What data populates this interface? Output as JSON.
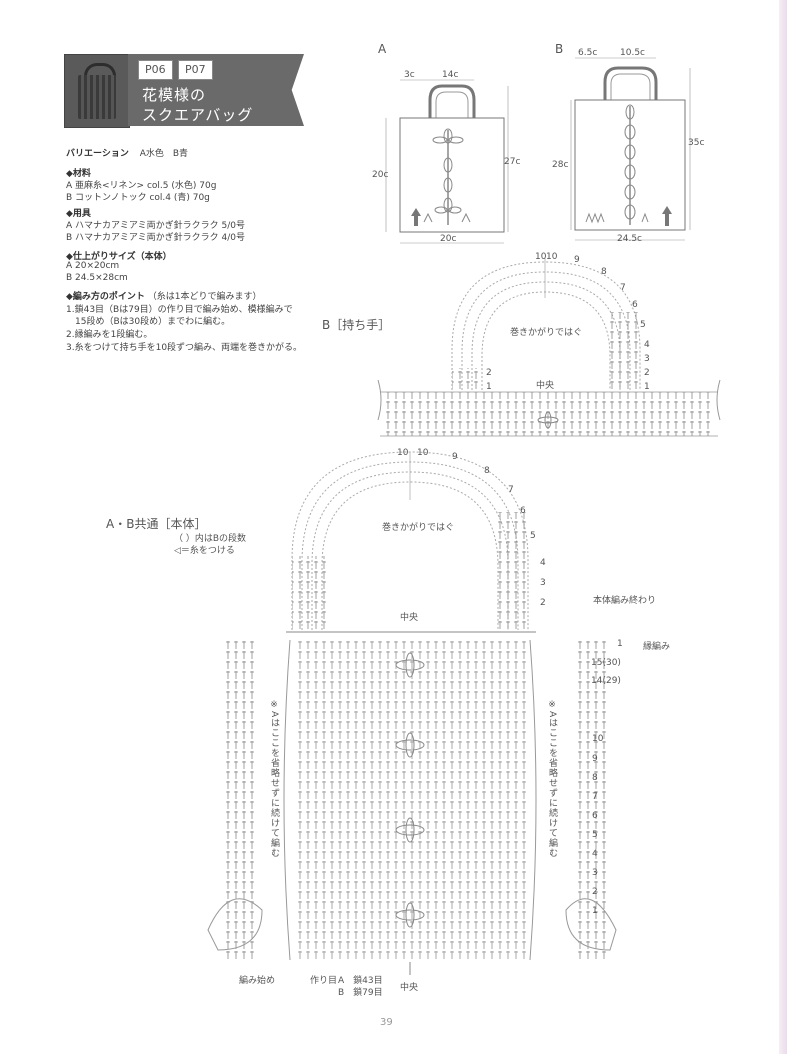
{
  "header": {
    "codes": [
      "P06",
      "P07"
    ],
    "title_lines": [
      "花模様の",
      "スクエアバッグ"
    ]
  },
  "info": {
    "variation_label": "バリエーション",
    "variation_value": "A水色　B青",
    "materials_heading": "◆材料",
    "materials": [
      "A 亜麻糸<リネン> col.5 (水色) 70g",
      "B コットンノトック col.4 (青) 70g"
    ],
    "tools_heading": "◆用具",
    "tools": [
      "A ハマナカアミアミ両かぎ針ラクラク 5/0号",
      "B ハマナカアミアミ両かぎ針ラクラク 4/0号"
    ],
    "size_heading": "◆仕上がりサイズ（本体）",
    "sizes": [
      "A 20×20cm",
      "B 24.5×28cm"
    ],
    "points_heading": "◆編み方のポイント",
    "points_note": "（糸は1本どりで編みます）",
    "points": [
      "1.鎖43目（Bは79目）の作り目で編み始め、模様編みで",
      "　15段め（Bは30段め）までわに編む。",
      "2.縁編みを1段編む。",
      "3.糸をつけて持ち手を10段ずつ編み、両端を巻きかがる。"
    ]
  },
  "diagrams": {
    "bag_a": {
      "label": "A",
      "dims": [
        "3c",
        "14c",
        "20c",
        "27c",
        "20c"
      ]
    },
    "bag_b": {
      "label": "B",
      "dims": [
        "6.5c",
        "10.5c",
        "28c",
        "35c",
        "24.5c"
      ]
    },
    "handle_b": {
      "title": "B［持ち手］",
      "sew_note": "巻きかがりではぐ",
      "center": "中央",
      "row_numbers": [
        "10",
        "9",
        "8",
        "7",
        "6",
        "5",
        "4",
        "3",
        "2",
        "1",
        "10",
        "2",
        "1"
      ]
    },
    "body": {
      "title": "A・B共通［本体］",
      "legend_1": "（ ）内はBの段数",
      "legend_2": "◁＝糸をつける",
      "sew_note": "巻きかがりではぐ",
      "center_top": "中央",
      "center_bottom": "中央",
      "row_numbers": [
        "10",
        "10",
        "9",
        "8",
        "7",
        "6",
        "5",
        "4",
        "3",
        "2"
      ],
      "end_label": "本体編み終わり",
      "edge_label": "縁編み",
      "edge_row": "1",
      "side_rows": [
        "15(30)",
        "14(29)",
        "10",
        "9",
        "8",
        "7",
        "6",
        "5",
        "4",
        "3",
        "2",
        "1"
      ],
      "side_note": "※Aはここを省略せずに続けて編む",
      "start_label": "編み始め",
      "foundation_label": "作り目",
      "foundation_a": "A　鎖43目",
      "foundation_b": "B　鎖79目"
    }
  },
  "page_number": "39"
}
